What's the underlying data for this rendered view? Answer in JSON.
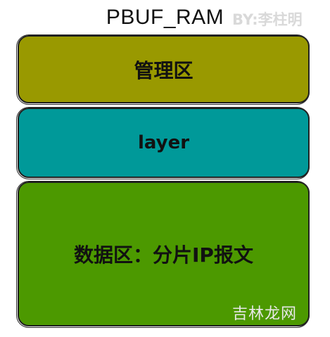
{
  "diagram": {
    "title": "PBUF_RAM",
    "watermark_top": "BY:李柱明",
    "blocks": [
      {
        "label": "管理区",
        "color": "#999900"
      },
      {
        "label": "layer",
        "color": "#009999"
      },
      {
        "label": "数据区：分片IP报文",
        "color": "#4c9900"
      }
    ],
    "watermark_bottom": "吉林龙网"
  }
}
